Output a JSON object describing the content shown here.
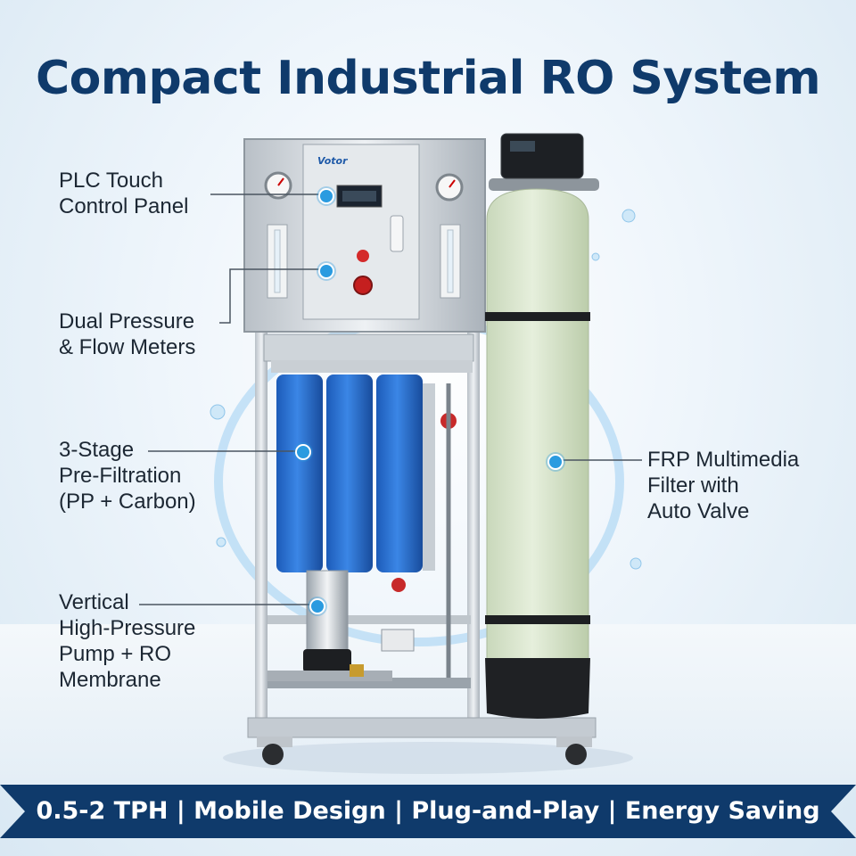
{
  "title": "Compact Industrial RO System",
  "features": {
    "plc": [
      "PLC Touch",
      "Control Panel"
    ],
    "meters": [
      "Dual Pressure",
      "& Flow Meters"
    ],
    "prefilter": [
      "3-Stage",
      "Pre-Filtration",
      "(PP + Carbon)"
    ],
    "pump": [
      "Vertical",
      "High-Pressure",
      "Pump + RO",
      "Membrane"
    ],
    "frp": [
      "FRP Multimedia",
      "Filter with",
      "Auto Valve"
    ]
  },
  "machine": {
    "brand": "Votor"
  },
  "banner": {
    "text": "0.5-2 TPH | Mobile Design | Plug-and-Play | Energy Saving"
  },
  "colors": {
    "title": "#0f3a6b",
    "banner": "#0f3a6b",
    "hotspot": "#2a9be0",
    "cartridge": "#2c6fd1",
    "frp_tank": "#dbe8cf"
  }
}
